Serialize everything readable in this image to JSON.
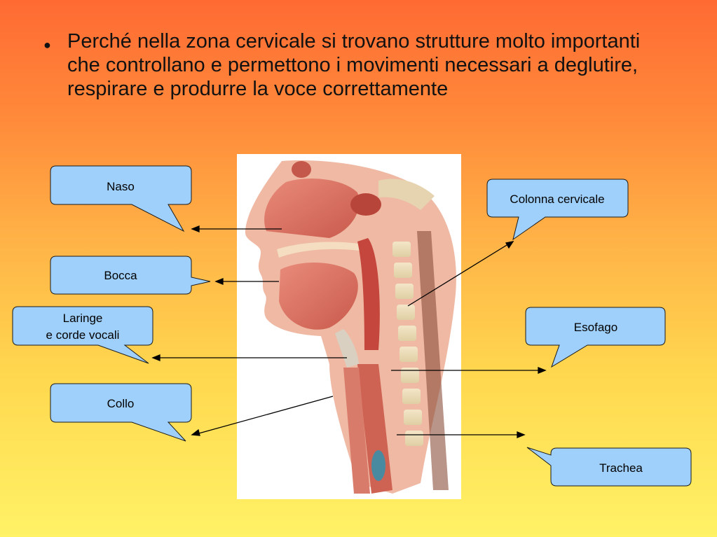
{
  "bullet": {
    "text": "Perché nella zona cervicale si trovano strutture molto importanti che controllano e permettono i movimenti necessari a deglutire, respirare e produrre la voce correttamente"
  },
  "labels": {
    "naso": "Naso",
    "bocca": "Bocca",
    "laringe_line1": "Laringe",
    "laringe_line2": "e corde vocali",
    "collo": "Collo",
    "colonna": "Colonna cervicale",
    "esofago": "Esofago",
    "trachea": "Trachea"
  },
  "colors": {
    "callout_fill": "#9fd0fb",
    "callout_stroke": "#1a1a1a",
    "background_top": "#ff6a33",
    "background_bottom": "#fff266"
  }
}
